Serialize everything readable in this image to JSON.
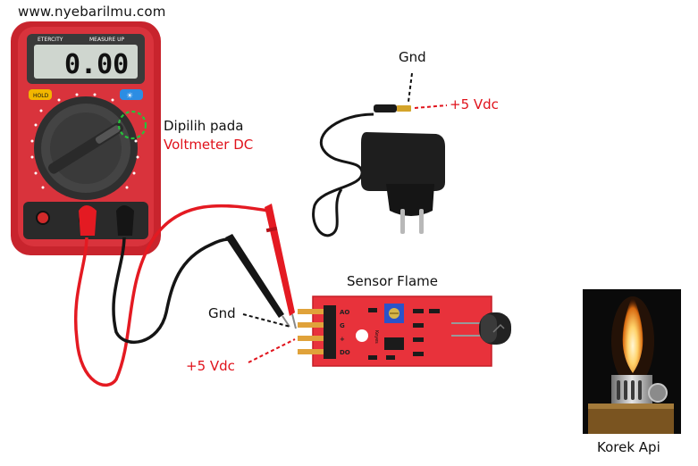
{
  "site": "www.nyebarilmu.com",
  "multimeter": {
    "brand": "ETERCITY",
    "model": "MEASURE UP",
    "display": "0.00",
    "hold_label": "HOLD",
    "selected_label": "Dipilih pada",
    "selected_mode": "Voltmeter DC"
  },
  "adapter": {
    "gnd_label": "Gnd",
    "vdc_label": "+5 Vdc"
  },
  "sensor": {
    "title": "Sensor Flame",
    "gnd_label": "Gnd",
    "vdc_label": "+5 Vdc",
    "pins": [
      "AO",
      "G",
      "+",
      "DO"
    ],
    "chip_label": "Keyes"
  },
  "lighter": {
    "caption": "Korek Api"
  },
  "colors": {
    "meter_body": "#d9333c",
    "probe_red": "#e41a22",
    "probe_black": "#151515",
    "pcb_red": "#e8323b",
    "annotation_red": "#e0121b"
  }
}
